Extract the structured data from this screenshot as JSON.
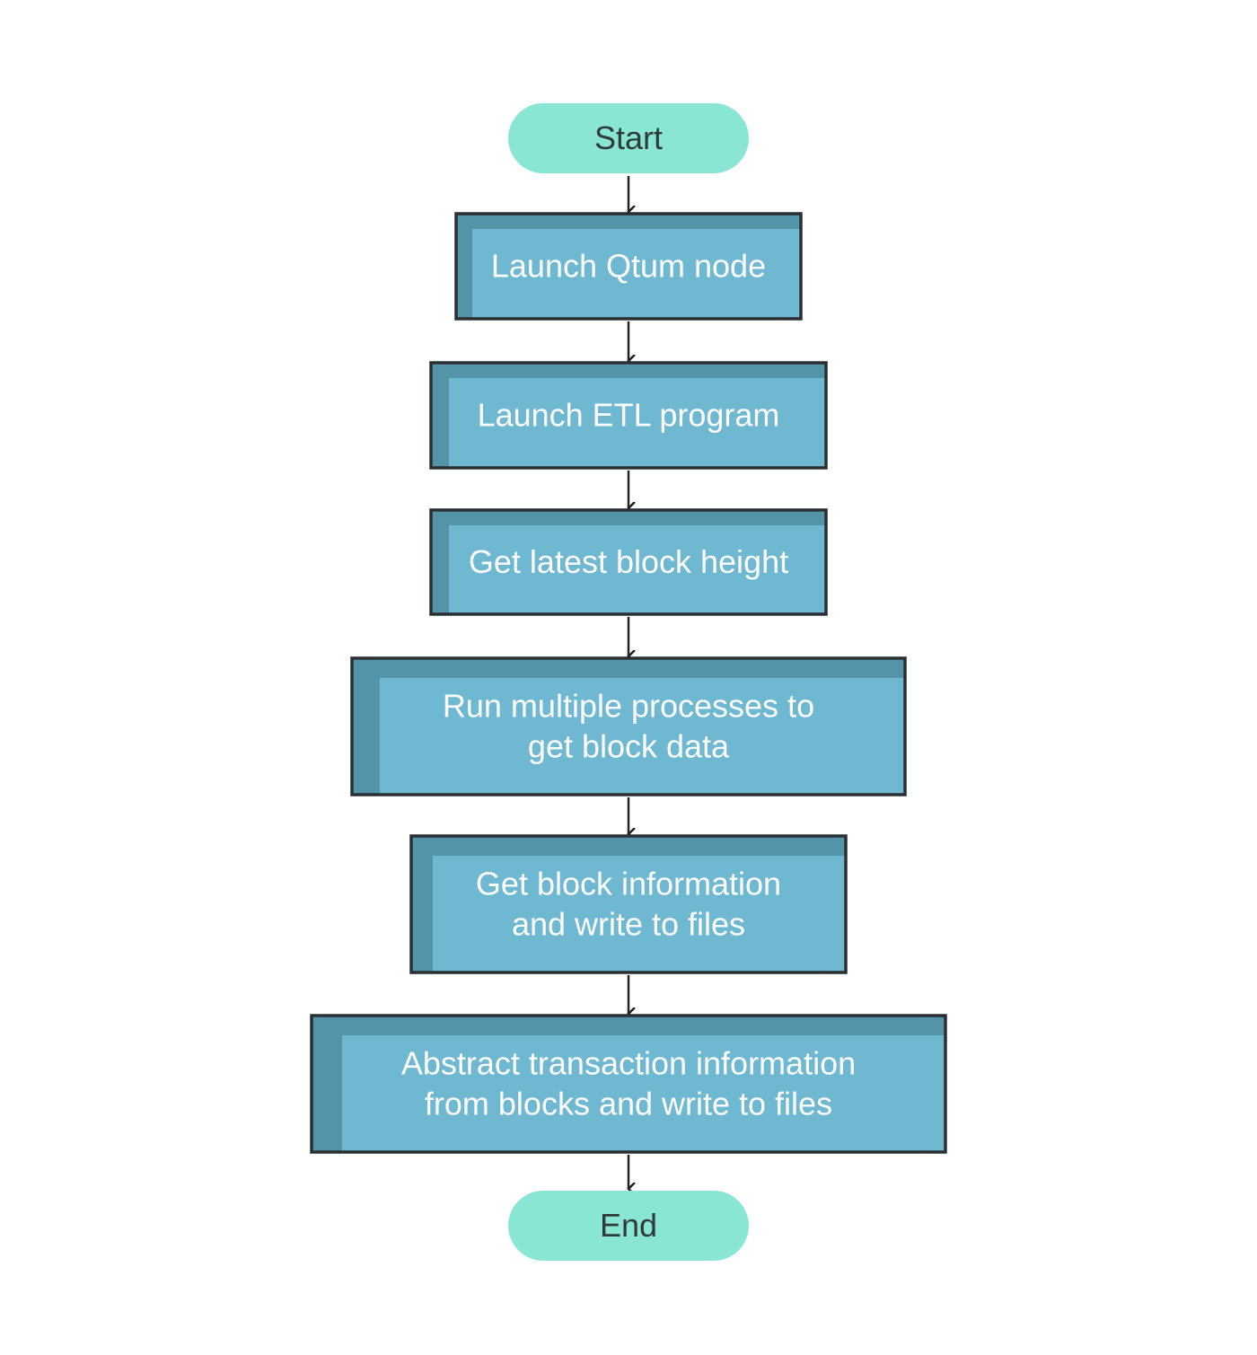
{
  "colors": {
    "terminal_fill": "#8ae6d4",
    "process_fill": "#6eb8d2",
    "process_shadow": "#5494a9",
    "border": "#2a2f33",
    "arrow": "#222222"
  },
  "nodes": [
    {
      "id": "start",
      "kind": "terminal",
      "lines": [
        "Start"
      ]
    },
    {
      "id": "launch-qtum-node",
      "kind": "process",
      "lines": [
        "Launch Qtum node"
      ]
    },
    {
      "id": "launch-etl-program",
      "kind": "process",
      "lines": [
        "Launch ETL program"
      ]
    },
    {
      "id": "get-latest-block-height",
      "kind": "process",
      "lines": [
        "Get latest block height"
      ]
    },
    {
      "id": "run-multiple-processes",
      "kind": "process",
      "lines": [
        "Run multiple processes to",
        "get block data"
      ]
    },
    {
      "id": "get-block-information",
      "kind": "process",
      "lines": [
        "Get block information",
        "and write to files"
      ]
    },
    {
      "id": "abstract-transaction-information",
      "kind": "process",
      "lines": [
        "Abstract transaction information",
        "from blocks and write to files"
      ]
    },
    {
      "id": "end",
      "kind": "terminal",
      "lines": [
        "End"
      ]
    }
  ],
  "edges": [
    {
      "from": "start",
      "to": "launch-qtum-node"
    },
    {
      "from": "launch-qtum-node",
      "to": "launch-etl-program"
    },
    {
      "from": "launch-etl-program",
      "to": "get-latest-block-height"
    },
    {
      "from": "get-latest-block-height",
      "to": "run-multiple-processes"
    },
    {
      "from": "run-multiple-processes",
      "to": "get-block-information"
    },
    {
      "from": "get-block-information",
      "to": "abstract-transaction-information"
    },
    {
      "from": "abstract-transaction-information",
      "to": "end"
    }
  ]
}
